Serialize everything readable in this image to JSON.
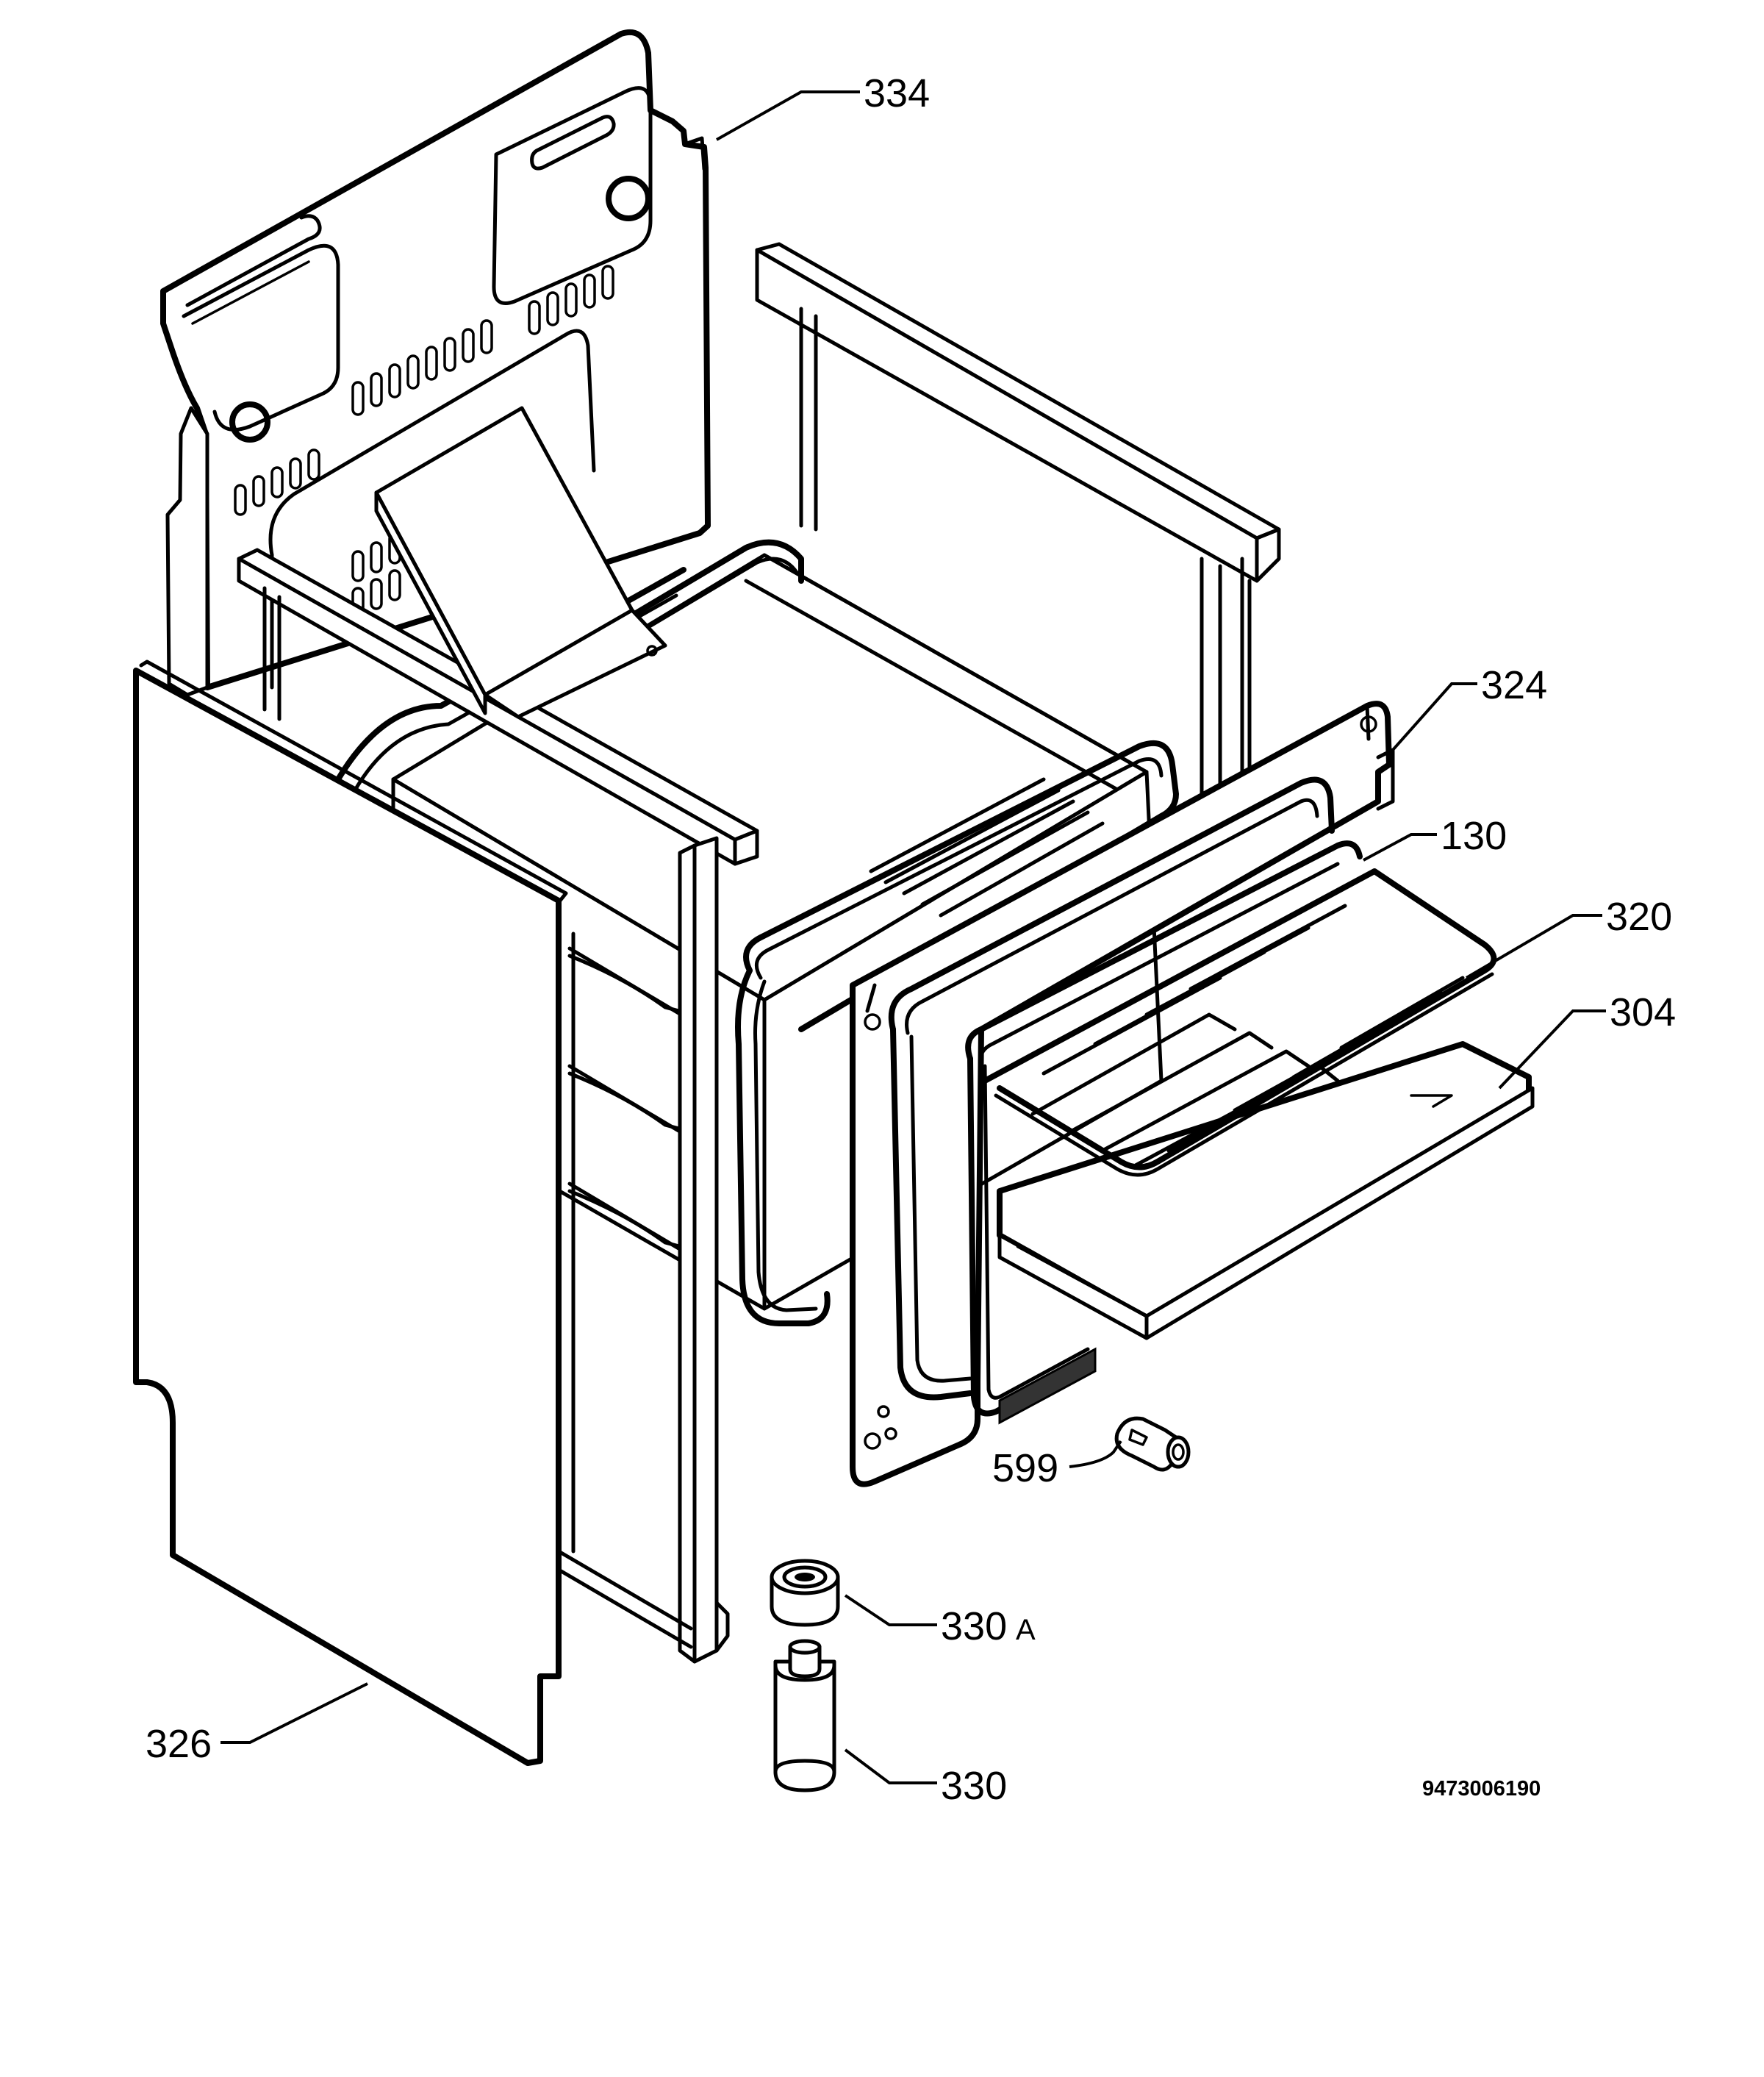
{
  "callouts": {
    "c334": "334",
    "c324": "324",
    "c130": "130",
    "c320": "320",
    "c304": "304",
    "c599": "599",
    "c330a_num": "330",
    "c330a_suffix": "A",
    "c330": "330",
    "c326": "326"
  },
  "drawing_number": "9473006190",
  "colors": {
    "line": "#000000",
    "background": "#ffffff"
  }
}
